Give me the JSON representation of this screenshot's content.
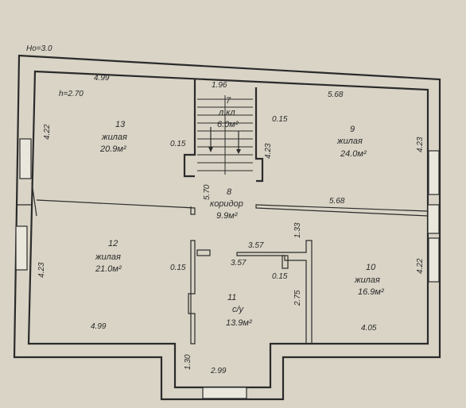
{
  "plan": {
    "level_label": "Ho=3.0",
    "ceiling_label": "h=2.70",
    "rooms": [
      {
        "id": "13",
        "number": "13",
        "name": "жилая",
        "area": "20.9м²"
      },
      {
        "id": "7",
        "number": "7",
        "name": "л.кл",
        "area": "6.0м²"
      },
      {
        "id": "9",
        "number": "9",
        "name": "жилая",
        "area": "24.0м²"
      },
      {
        "id": "8",
        "number": "8",
        "name": "коридор",
        "area": "9.9м²"
      },
      {
        "id": "12",
        "number": "12",
        "name": "жилая",
        "area": "21.0м²"
      },
      {
        "id": "11",
        "number": "11",
        "name": "с/у",
        "area": "13.9м²"
      },
      {
        "id": "10",
        "number": "10",
        "name": "жилая",
        "area": "16.9м²"
      }
    ],
    "dimensions": {
      "d_4_99_top": "4.99",
      "d_1_96": "1.96",
      "d_5_68_top": "5.68",
      "d_4_22_left": "4.22",
      "d_0_15_stair_left": "0.15",
      "d_0_15_stair_right": "0.15",
      "d_4_23_stair": "4.23",
      "d_4_23_right_top": "4.23",
      "d_5_70": "5.70",
      "d_5_68_corr": "5.68",
      "d_1_33": "1.33",
      "d_3_57_a": "3.57",
      "d_3_57_b": "3.57",
      "d_4_23_left_bottom": "4.23",
      "d_0_15_mid": "0.15",
      "d_0_15_bath": "0.15",
      "d_2_75": "2.75",
      "d_4_22_right": "4.22",
      "d_4_99_bottom": "4.99",
      "d_4_05": "4.05",
      "d_1_30": "1.30",
      "d_2_99": "2.99"
    }
  }
}
